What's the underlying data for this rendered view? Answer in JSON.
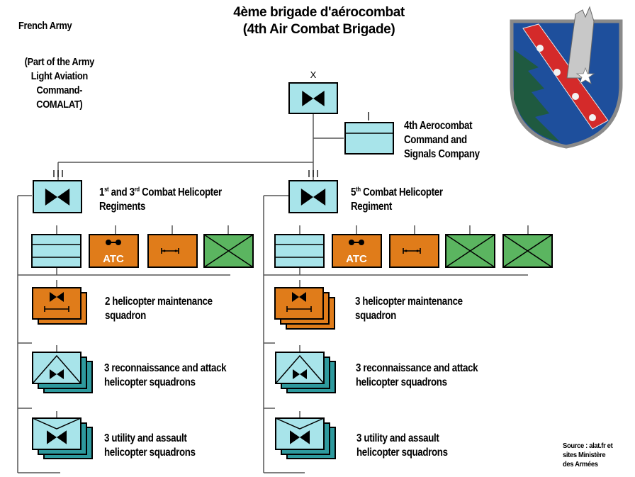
{
  "title_line1": "4ème brigade d'aérocombat",
  "title_line2": "(4th Air Combat Brigade)",
  "side_note": {
    "army": "French Army",
    "line1": "(Part of the Army",
    "line2": "Light Aviation",
    "line3": "Command-",
    "line4": "COMALAT)"
  },
  "hq": {
    "size_marker": "X",
    "command_company": [
      "4th Aerocombat",
      "Command and",
      "Signals Company"
    ]
  },
  "left": {
    "regiment_ordinal": "1",
    "regiment_sup1": "st",
    "regiment_and": " and 3",
    "regiment_sup2": "rd",
    "regiment_rest": " Combat Helicopter",
    "regiment_line2": "Regiments",
    "maint": [
      "2 helicopter maintenance",
      "squadron"
    ],
    "recon": [
      "3 reconnaissance and attack",
      "helicopter squadrons"
    ],
    "utility": [
      "3 utility and assault",
      "helicopter squadrons"
    ]
  },
  "right": {
    "regiment_ordinal": "5",
    "regiment_sup": "th",
    "regiment_rest": " Combat Helicopter",
    "regiment_line2": "Regiment",
    "maint": [
      "3 helicopter maintenance",
      "squadron"
    ],
    "recon": [
      "3 reconnaissance and attack",
      "helicopter squadrons"
    ],
    "utility": [
      "3 utility and assault",
      "helicopter squadrons"
    ]
  },
  "atc_label": "ATC",
  "source": [
    "Source : alat.fr et",
    "sites  Ministère",
    "des Armées"
  ],
  "colors": {
    "aviation_blue": "#a8e4ea",
    "logistics_orange": "#e07c1a",
    "infantry_green": "#5bb560",
    "emblem_red": "#d42a2a",
    "emblem_blue": "#1e4f9c",
    "emblem_green": "#1f5a40"
  }
}
